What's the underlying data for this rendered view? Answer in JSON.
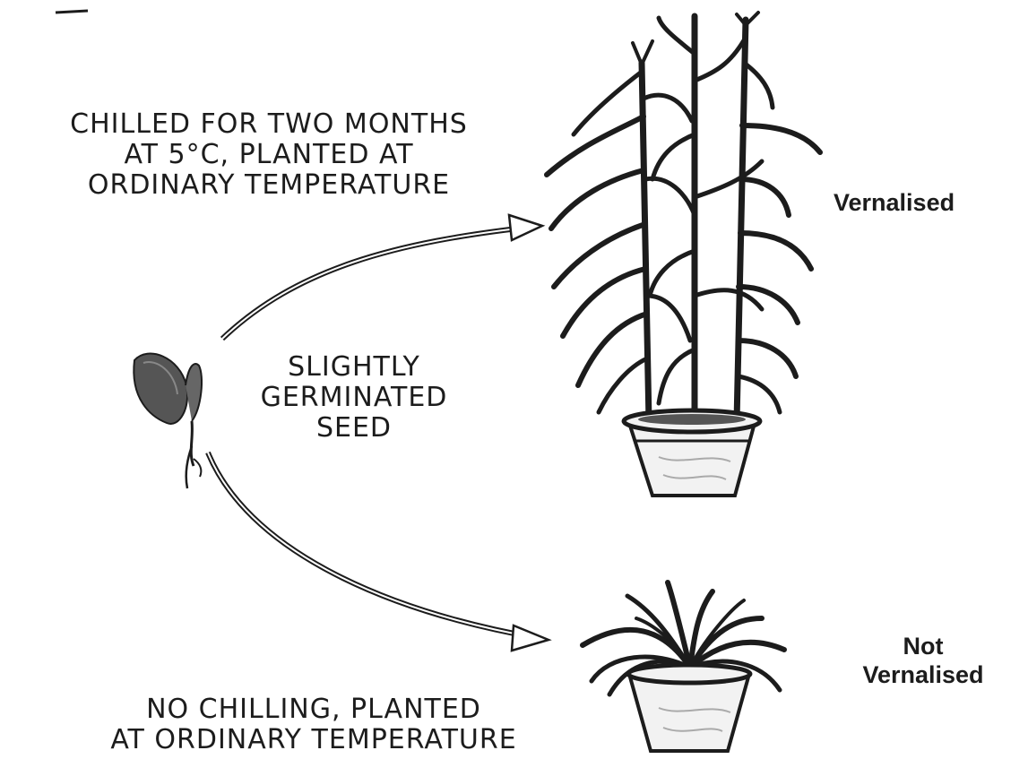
{
  "labels": {
    "chilled": [
      "CHILLED FOR TWO MONTHS",
      "AT 5°C, PLANTED AT",
      "ORDINARY TEMPERATURE"
    ],
    "seed": [
      "SLIGHTLY",
      "GERMINATED",
      "SEED"
    ],
    "no_chilling": [
      "NO CHILLING, PLANTED",
      "AT ORDINARY TEMPERATURE"
    ],
    "vernalised": "Vernalised",
    "not_vernalised": [
      "Not",
      "Vernalised"
    ]
  },
  "colors": {
    "ink": "#1c1c1c",
    "pot": "#f2f2f2"
  }
}
